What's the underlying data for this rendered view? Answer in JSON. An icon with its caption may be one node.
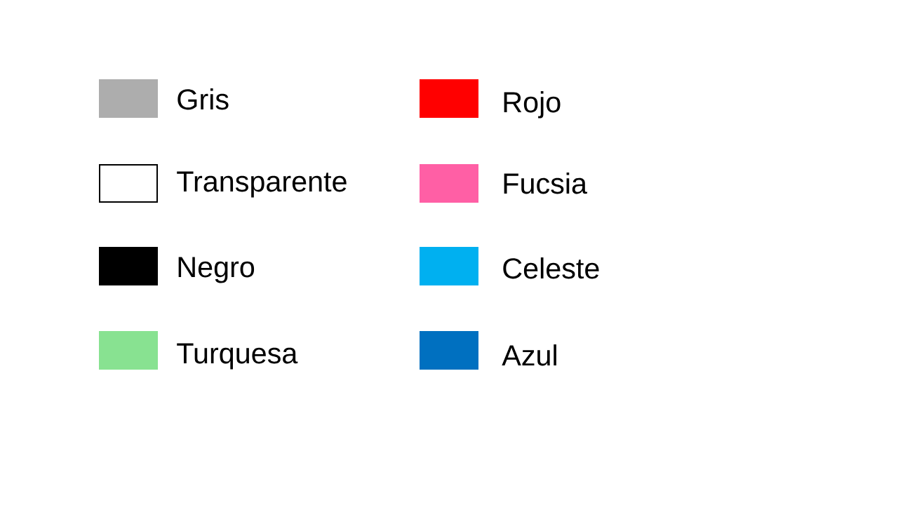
{
  "diagram": {
    "legend": [
      {
        "text": "Gris",
        "color": "#adadad"
      },
      {
        "text": "Transparente"
      },
      {
        "text": "Negro",
        "color": "#000000"
      },
      {
        "text": "Turquesa",
        "color": "#88e291"
      },
      {
        "text": "Rojo",
        "color": "#ff0000"
      },
      {
        "text": "Fucsia",
        "color": "#ff5fa5"
      },
      {
        "text": "Celeste",
        "color": "#00b0f0"
      },
      {
        "text": "Azul",
        "color": "#0070c0"
      }
    ]
  }
}
